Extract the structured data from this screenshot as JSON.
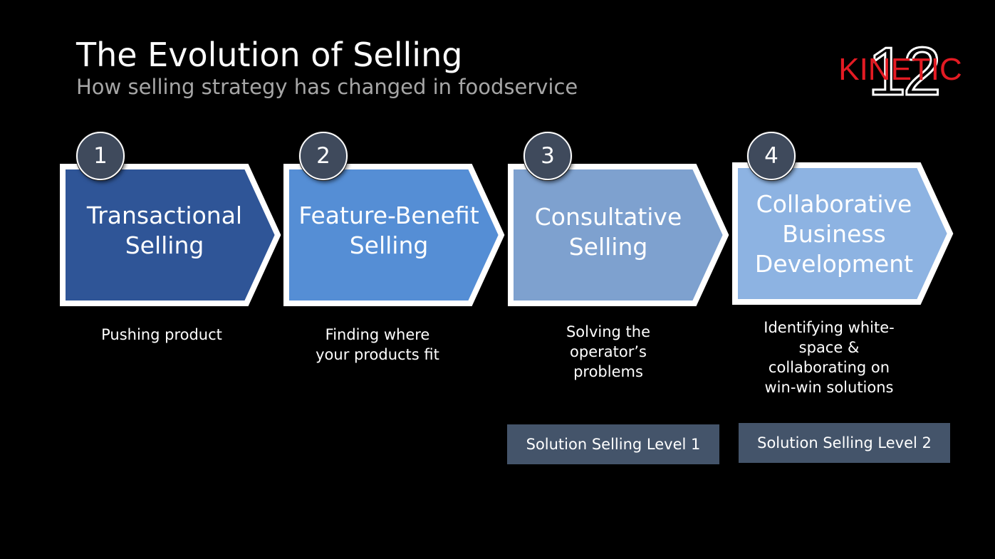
{
  "header": {
    "title": "The Evolution of Selling",
    "subtitle": "How selling strategy has changed in foodservice"
  },
  "logo": {
    "text": "KINETIC",
    "number": "12",
    "color": "#e31b23"
  },
  "stages": [
    {
      "number": "1",
      "lines": [
        "Transactional",
        "Selling"
      ],
      "description": [
        "Pushing product"
      ],
      "color": "#2f5597"
    },
    {
      "number": "2",
      "lines": [
        "Feature-Benefit",
        "Selling"
      ],
      "description": [
        "Finding where",
        "your products fit"
      ],
      "color": "#558ed5"
    },
    {
      "number": "3",
      "lines": [
        "Consultative",
        "Selling"
      ],
      "description": [
        "Solving the",
        "operator’s",
        "problems"
      ],
      "color": "#7ea1cf"
    },
    {
      "number": "4",
      "lines": [
        "Collaborative",
        "Business",
        "Development"
      ],
      "description": [
        "Identifying white-",
        "space &",
        "collaborating on",
        "win-win solutions"
      ],
      "color": "#8db3e2"
    }
  ],
  "levels": [
    {
      "label": "Solution Selling Level 1"
    },
    {
      "label": "Solution Selling Level 2"
    }
  ]
}
